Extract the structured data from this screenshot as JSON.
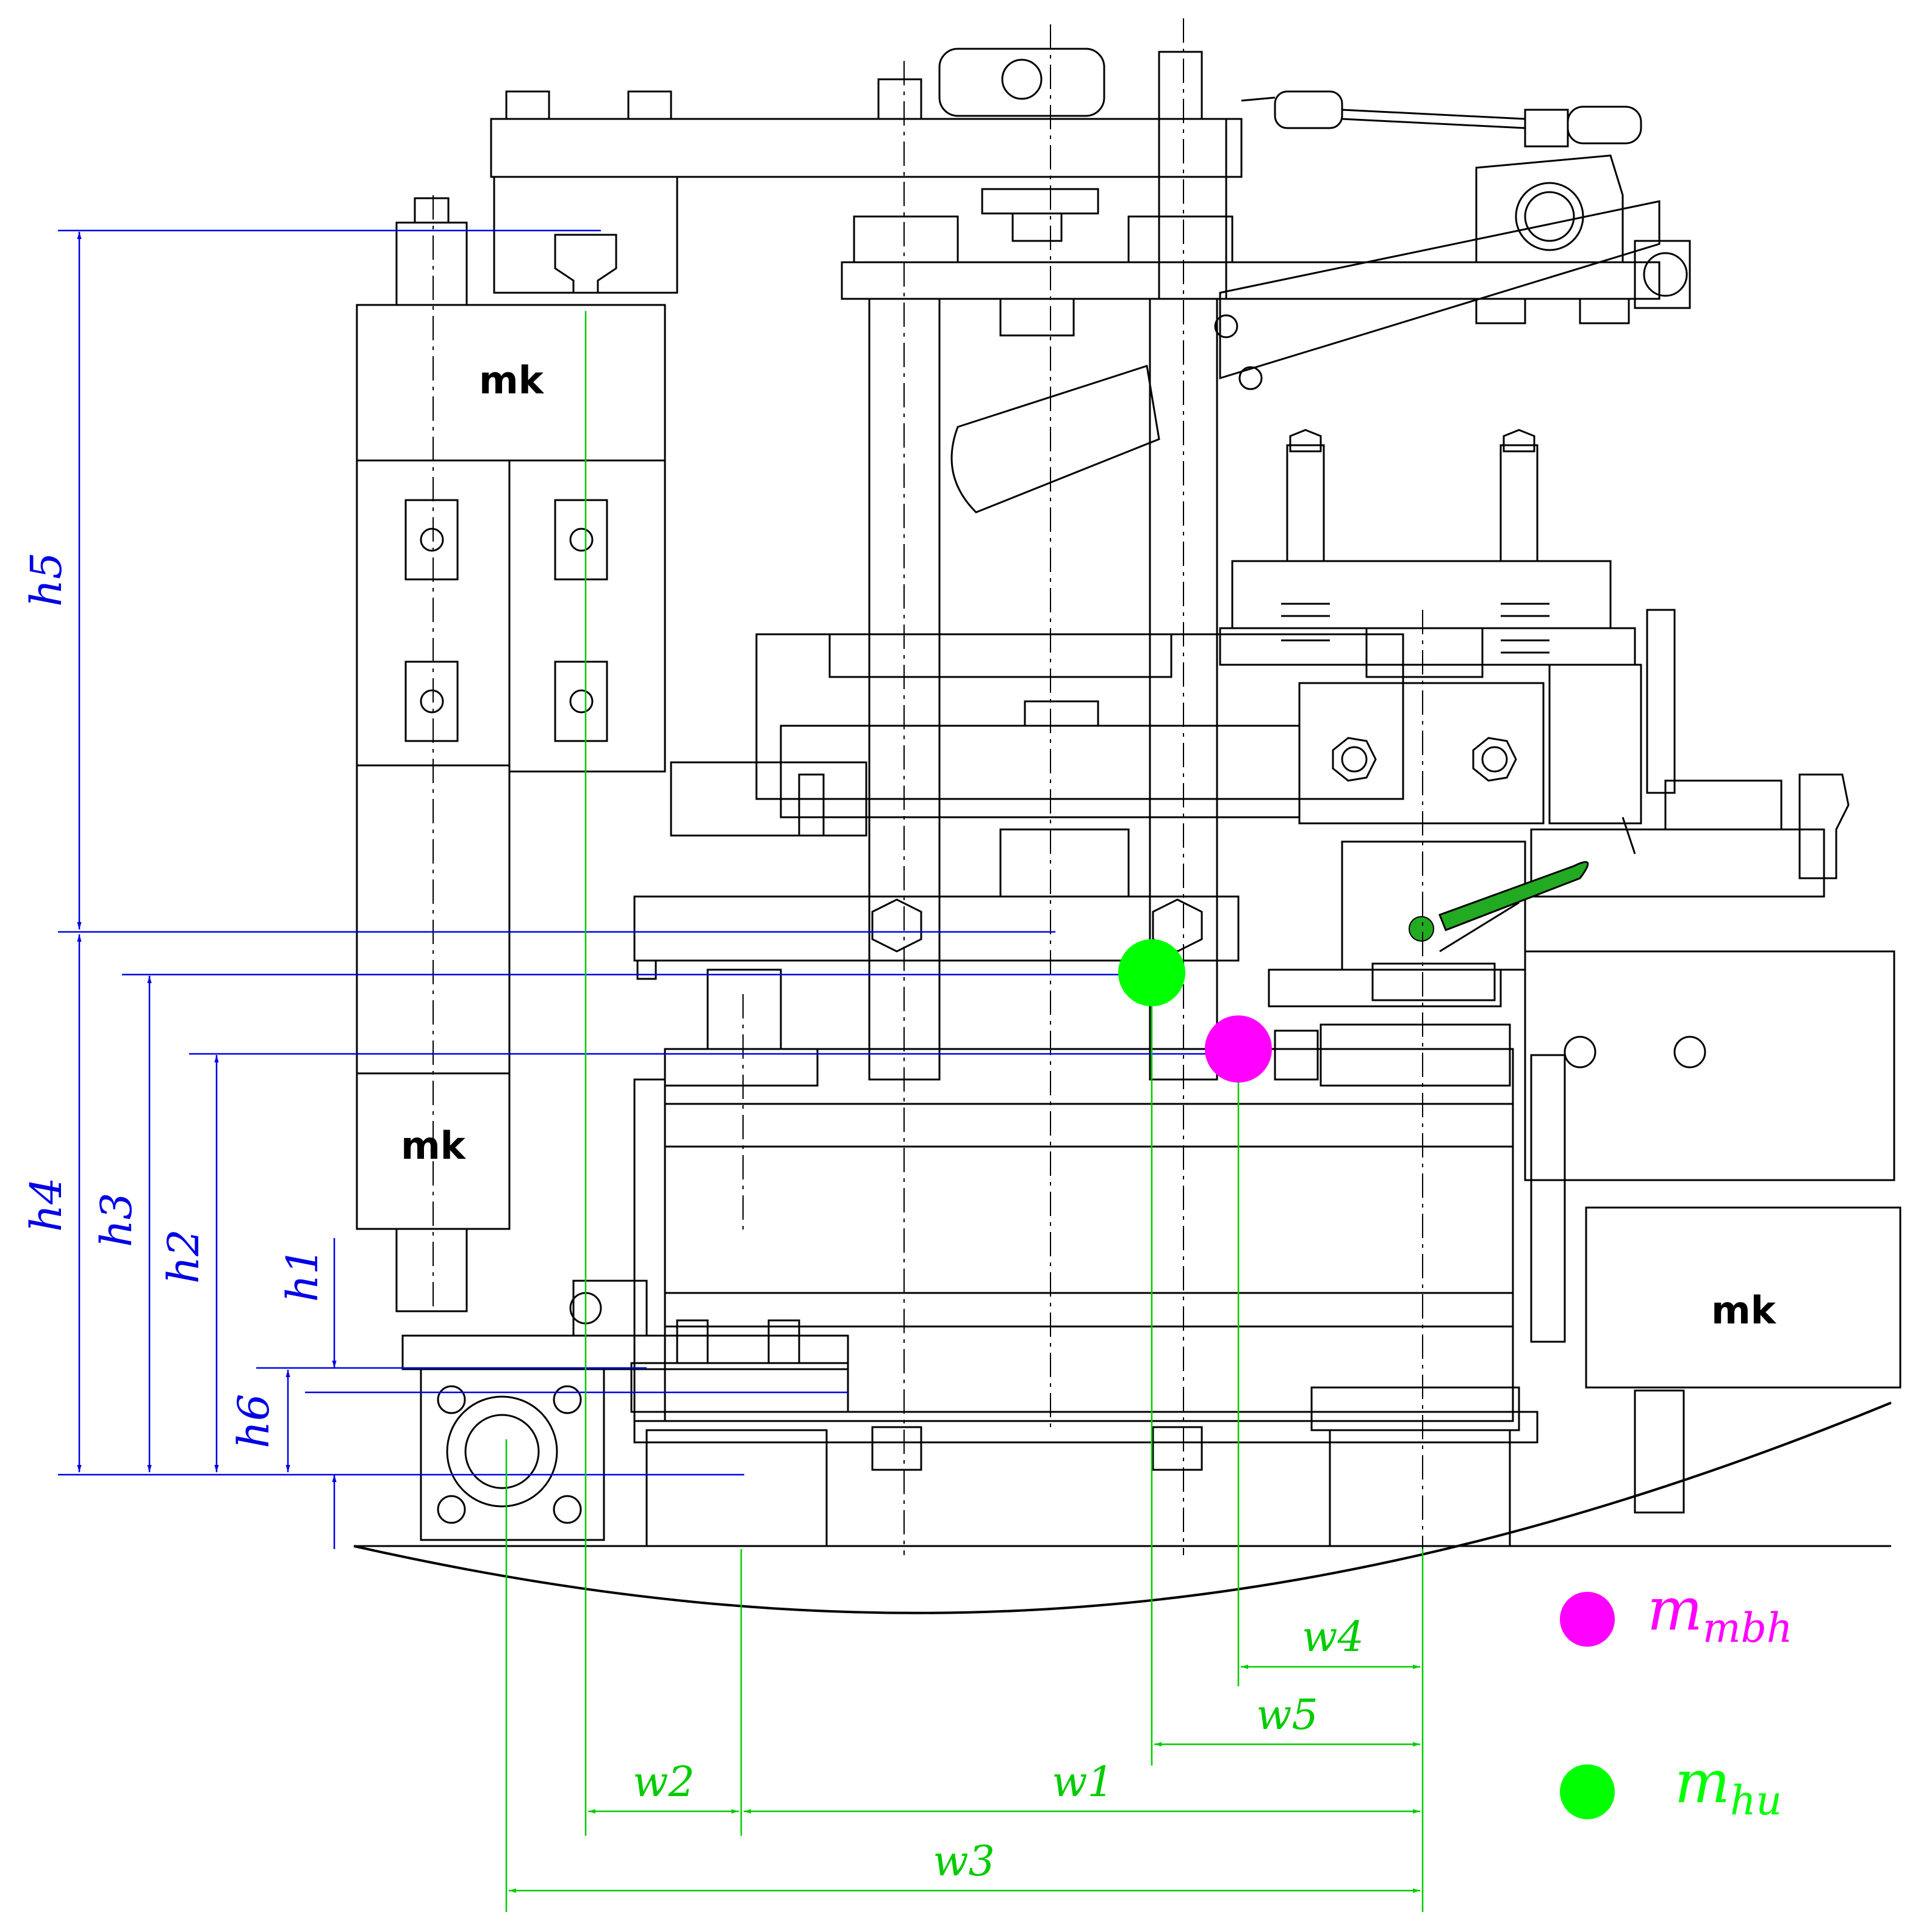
{
  "brand_labels": [
    "mk",
    "mk",
    "mk"
  ],
  "dimensions": {
    "heights": {
      "h1": "h1",
      "h2": "h2",
      "h3": "h3",
      "h4": "h4",
      "h5": "h5",
      "h6": "h6"
    },
    "widths": {
      "w1": "w1",
      "w2": "w2",
      "w3": "w3",
      "w4": "w4",
      "w5": "w5"
    }
  },
  "legend": [
    {
      "symbol": "m",
      "subscript": "mbh",
      "color": "#ff00ff"
    },
    {
      "symbol": "m",
      "subscript": "hu",
      "color": "#00ff00"
    }
  ],
  "colors": {
    "height_dims": "#0000e6",
    "width_dims": "#00cc00",
    "line": "#000000",
    "handle": "#22aa22"
  }
}
